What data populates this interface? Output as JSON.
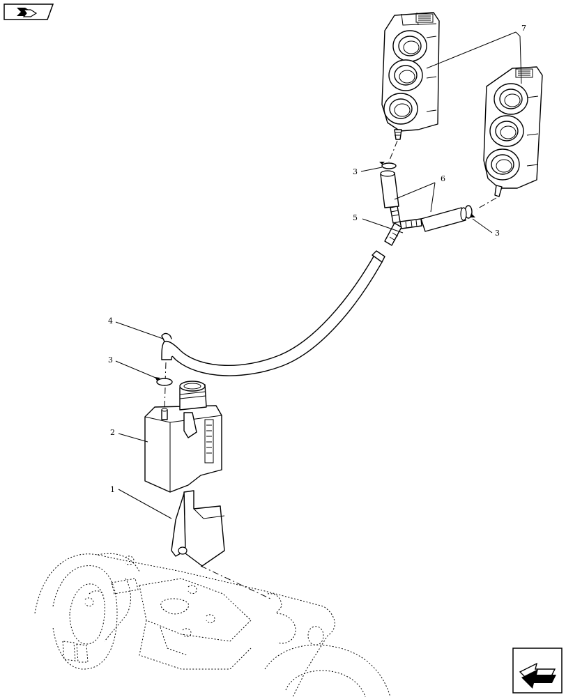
{
  "callouts": {
    "c1": "1",
    "c2": "2",
    "c3a": "3",
    "c3b": "3",
    "c3c": "3",
    "c4": "4",
    "c5": "5",
    "c6": "6",
    "c7": "7"
  },
  "icons": {
    "top_left": "assembly-view-icon",
    "bottom_right": "next-page-arrow-icon"
  }
}
